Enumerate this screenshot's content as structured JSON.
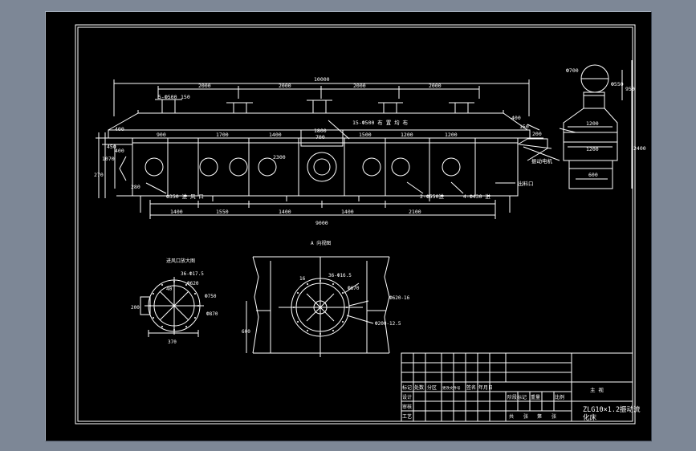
{
  "drawing": {
    "title_block": {
      "part_name": "主 视",
      "title_line1": "ZLG10×1.2振动流",
      "title_line2": "化床",
      "row_labels": [
        "标记",
        "设计",
        "审核",
        "工艺"
      ],
      "row_mid": [
        "处数",
        "分区",
        "更改文件号",
        "签名",
        "年月日"
      ],
      "stage_label": "阶段标记",
      "weight_label": "重量",
      "scale_label": "比例",
      "sheet_labels": [
        "共",
        "张",
        "第",
        "张"
      ]
    },
    "front_view": {
      "dims_top": [
        "2000",
        "2000",
        "2000",
        "2000"
      ],
      "dim_overall": "10000",
      "dim_outlet": "5-Ф500",
      "dim_150": "150",
      "dims_mid": [
        "900",
        "1700",
        "1400",
        "1800",
        "1500",
        "1200",
        "1200"
      ],
      "dim_700": "700",
      "dim_holes": "15-Ф500 布 置 均 布",
      "dims_left": [
        "400",
        "400",
        "450",
        "270",
        "280",
        "1070"
      ],
      "dims_bottom": [
        "1400",
        "1550",
        "1400",
        "1400",
        "2100"
      ],
      "dim_total_bottom": "9000",
      "dim_2300": "2300",
      "note_inlet1": "Ф350 进 风 口",
      "note_inlet2": "2-Ф550进",
      "note_inlet3": "4-Ф430 进",
      "note_outlet": "出料口",
      "note_vib": "振动电机",
      "dim_200": "200",
      "dim_150b": "150",
      "dim_400r": "400"
    },
    "side_view": {
      "dim_700": "Ф700",
      "dim_550": "Ф550",
      "dim_950": "950",
      "dim_1200a": "1200",
      "dim_1200b": "1200",
      "dim_2400": "2400",
      "dim_600": "600"
    },
    "detail_left": {
      "caption": "进风口放大图",
      "holes": "36-Ф17.5",
      "dim_200": "200",
      "dim_40": "40",
      "dim_620": "Ф620",
      "dim_750": "Ф750",
      "dim_870": "Ф870",
      "dim_370": "370"
    },
    "detail_right": {
      "caption": "A 向视图",
      "dim_16": "16",
      "holes": "36-Ф16.5",
      "dim_670": "Ф670",
      "dim_620": "Ф620-16",
      "dim_200": "Ф200-12.5",
      "dim_600": "600"
    }
  }
}
